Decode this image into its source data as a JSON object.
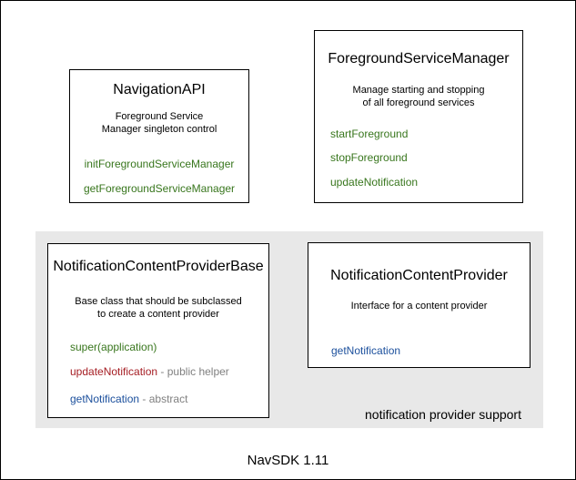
{
  "diagram": {
    "footer": "NavSDK 1.11",
    "group_label": "notification provider support",
    "colors": {
      "method_green": "#38761d",
      "method_red": "#a51d23",
      "method_blue": "#1b4f9c",
      "annotation_gray": "#808080",
      "group_bg": "#e8e8e8"
    },
    "boxes": {
      "navigation_api": {
        "title": "NavigationAPI",
        "desc1": "Foreground Service",
        "desc2": "Manager singleton control",
        "method1": "initForegroundServiceManager",
        "method2": "getForegroundServiceManager"
      },
      "foreground_service_manager": {
        "title": "ForegroundServiceManager",
        "desc1": "Manage starting and stopping",
        "desc2": "of all foreground services",
        "method1": "startForeground",
        "method2": "stopForeground",
        "method3": "updateNotification"
      },
      "notification_content_provider_base": {
        "title": "NotificationContentProviderBase",
        "desc1": "Base class that should be subclassed",
        "desc2": "to create a content provider",
        "method1": "super(application)",
        "method2": "updateNotification",
        "method2_note": "- public helper",
        "method3": "getNotification",
        "method3_note": "- abstract"
      },
      "notification_content_provider": {
        "title": "NotificationContentProvider",
        "desc1": "Interface for a content provider",
        "method1": "getNotification"
      }
    }
  }
}
